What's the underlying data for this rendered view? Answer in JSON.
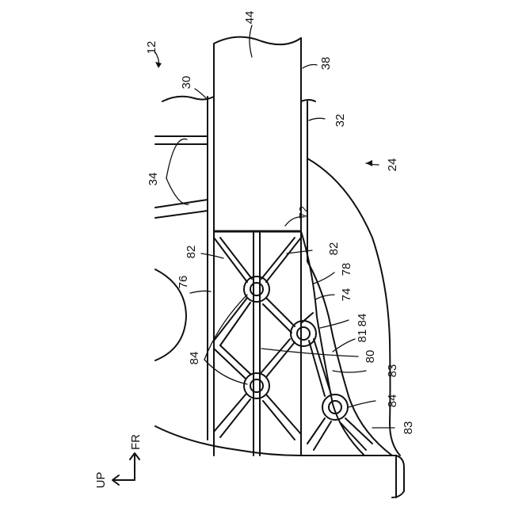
{
  "figure": {
    "labels": {
      "ref_12": "12",
      "ref_44": "44",
      "ref_38": "38",
      "ref_30": "30",
      "ref_32": "32",
      "ref_34": "34",
      "ref_24": "24",
      "ref_72": "72",
      "ref_82_left": "82",
      "ref_82_right": "82",
      "ref_78": "78",
      "ref_76": "76",
      "ref_74": "74",
      "ref_84_right_upper": "84",
      "ref_81": "81",
      "ref_84_left": "84",
      "ref_80": "80",
      "ref_83_upper": "83",
      "ref_84_right_lower": "84",
      "ref_83_lower": "83"
    },
    "direction_indicator": {
      "up": "UP",
      "front": "FR"
    }
  }
}
